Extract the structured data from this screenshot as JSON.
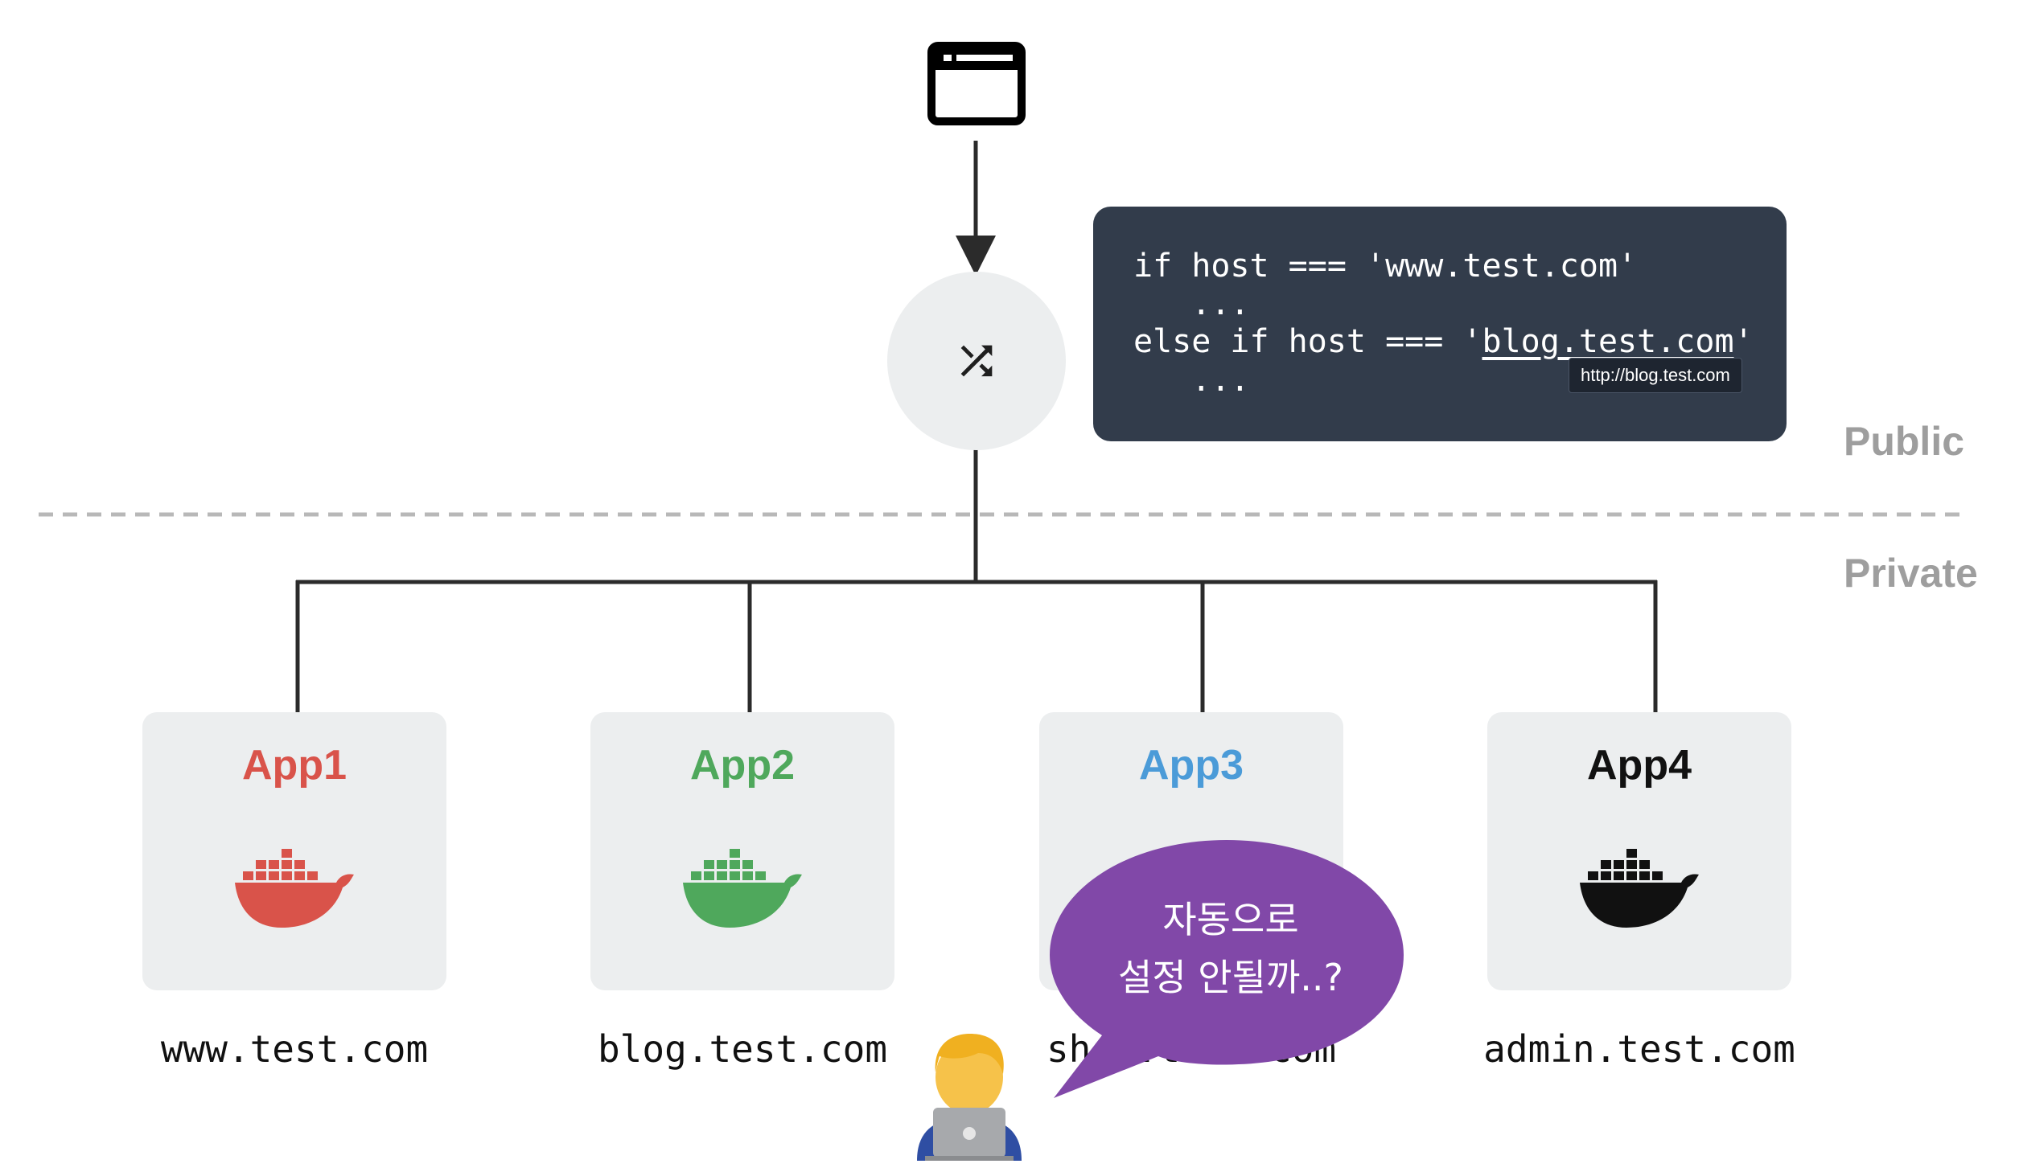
{
  "code": {
    "line1": "if host === 'www.test.com'",
    "line2": "   ...",
    "line3_prefix": "else if host === '",
    "line3_link": "blog.test.com",
    "line3_suffix": "'",
    "line4": "   ...",
    "tooltip": "http://blog.test.com"
  },
  "zones": {
    "public": "Public",
    "private": "Private"
  },
  "apps": [
    {
      "title": "App1",
      "color": "#d9534a",
      "domain": "www.test.com"
    },
    {
      "title": "App2",
      "color": "#4fa85c",
      "domain": "blog.test.com"
    },
    {
      "title": "App3",
      "color": "#4b9bd8",
      "domain": "shop.test.com"
    },
    {
      "title": "App4",
      "color": "#111111",
      "domain": "admin.test.com"
    }
  ],
  "bubble": {
    "line1": "자동으로",
    "line2": "설정 안될까..?",
    "color": "#8148a8"
  },
  "icons": {
    "browser": "browser-window-icon",
    "router": "shuffle-icon",
    "container": "docker-whale-icon",
    "person": "developer-emoji-icon"
  }
}
